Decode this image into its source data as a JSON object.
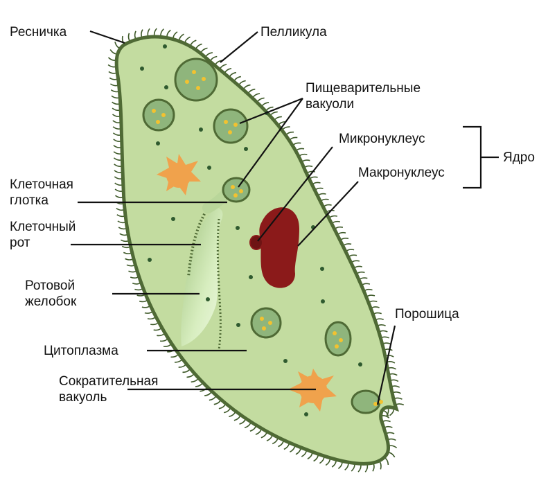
{
  "labels": {
    "cilium": "Ресничка",
    "pellicle": "Пелликула",
    "food_vacuoles_line1": "Пищеварительные",
    "food_vacuoles_line2": "вакуоли",
    "micronucleus": "Микронуклеус",
    "macronucleus": "Макронуклеус",
    "nucleus": "Ядро",
    "gullet_line1": "Клеточная",
    "gullet_line2": "глотка",
    "mouth_line1": "Клеточный",
    "mouth_line2": "рот",
    "oral_groove_line1": "Ротовой",
    "oral_groove_line2": "желобок",
    "cytoplasm": "Цитоплазма",
    "contractile_vacuole_line1": "Сократительная",
    "contractile_vacuole_line2": "вакуоль",
    "anal_pore": "Порошица"
  },
  "colors": {
    "body_fill": "#c3dca0",
    "body_outline": "#4f6a35",
    "vacuole_fill": "#8fb57c",
    "vacuole_dot": "#f2c230",
    "macronucleus": "#8b1a1a",
    "micronucleus": "#6e1414",
    "contractile_vacuole": "#f0a24c",
    "granule": "#2f5a2f"
  }
}
